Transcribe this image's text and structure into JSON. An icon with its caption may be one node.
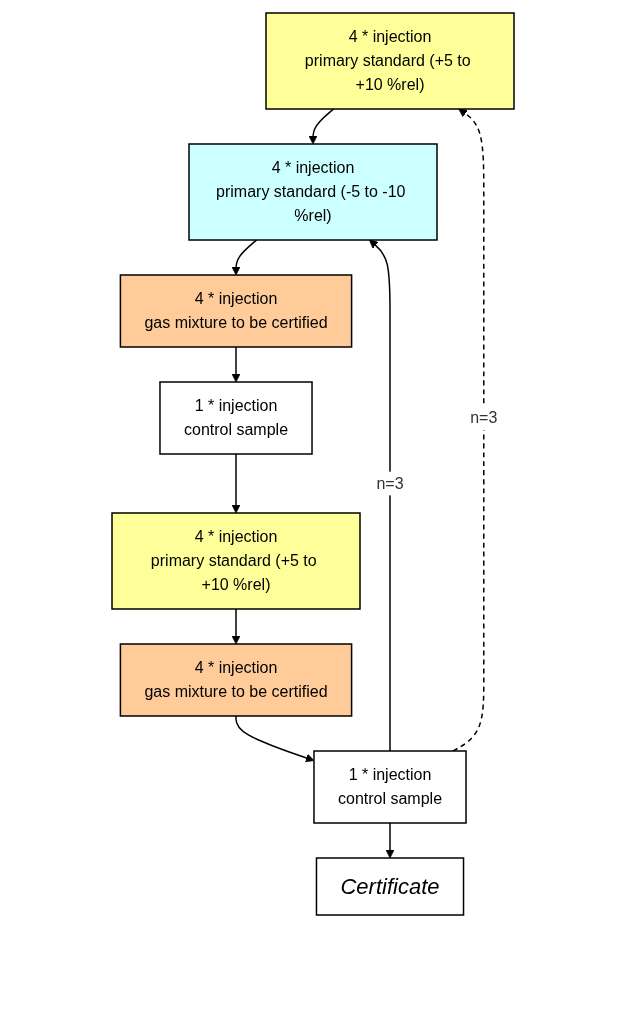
{
  "diagram": {
    "nodes": [
      {
        "text": [
          "4 * injection",
          "primary standard (+5 to +10 %rel)"
        ]
      },
      {
        "text": [
          "4 * injection",
          "primary standard (-5 to -10 %rel)"
        ]
      },
      {
        "text": [
          "4 * injection",
          "gas mixture to be certified"
        ]
      },
      {
        "text": [
          "1 * injection",
          "control sample"
        ]
      },
      {
        "text": [
          "4 * injection",
          "primary standard (+5 to +10 %rel)"
        ]
      },
      {
        "text": [
          "4 * injection",
          "gas mixture to be certified"
        ]
      },
      {
        "text": [
          "1 * injection",
          "control sample"
        ]
      },
      {
        "text": [
          "Certificate"
        ]
      }
    ],
    "edges": [
      {
        "from": 0,
        "to": 1,
        "arrow": "to"
      },
      {
        "from": 1,
        "to": 2,
        "arrow": "to"
      },
      {
        "from": 2,
        "to": 3,
        "arrow": "to"
      },
      {
        "from": 3,
        "to": 4,
        "arrow": "to"
      },
      {
        "from": 4,
        "to": 5,
        "arrow": "to"
      },
      {
        "from": 5,
        "to": 6,
        "arrow": "to"
      },
      {
        "from": 6,
        "to": 7,
        "arrow": "to"
      },
      {
        "from": 6,
        "to": 1,
        "arrow": "to",
        "label": "n=3"
      },
      {
        "from": 6,
        "to": 0,
        "arrow": "to",
        "label": "n=3",
        "style": "dashed"
      }
    ]
  }
}
